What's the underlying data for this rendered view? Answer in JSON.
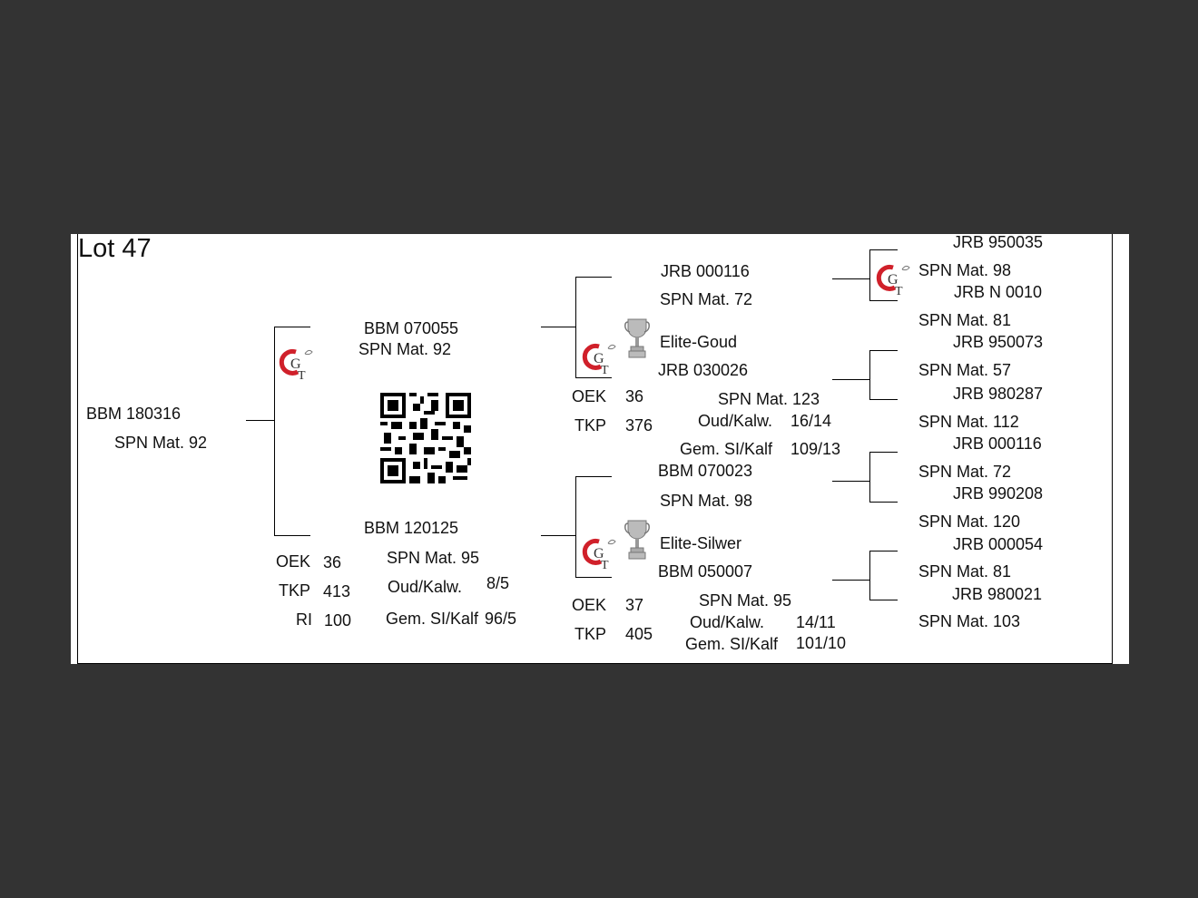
{
  "lot": "Lot 47",
  "animal": {
    "id": "BBM 180316",
    "spn": "SPN Mat. 92"
  },
  "sire": {
    "id": "BBM 070055",
    "spn": "SPN Mat. 92",
    "sire": {
      "id": "JRB 000116",
      "spn": "SPN Mat. 72"
    },
    "dam": {
      "award": "Elite-Goud",
      "id": "JRB 030026",
      "oek_label": "OEK",
      "oek": "36",
      "tkp_label": "TKP",
      "tkp": "376",
      "spn": "SPN Mat. 123",
      "oud_label": "Oud/Kalw.",
      "oud": "16/14",
      "gem_label": "Gem. SI/Kalf",
      "gem": "109/13"
    }
  },
  "dam": {
    "id": "BBM 120125",
    "oek_label": "OEK",
    "oek": "36",
    "tkp_label": "TKP",
    "tkp": "413",
    "ri_label": "RI",
    "ri": "100",
    "spn": "SPN Mat. 95",
    "oud_label": "Oud/Kalw.",
    "oud": "8/5",
    "gem_label": "Gem. SI/Kalf",
    "gem": "96/5",
    "sire": {
      "id": "BBM 070023",
      "spn": "SPN Mat. 98"
    },
    "dam": {
      "award": "Elite-Silwer",
      "id": "BBM 050007",
      "oek_label": "OEK",
      "oek": "37",
      "tkp_label": "TKP",
      "tkp": "405",
      "spn": "SPN Mat. 95",
      "oud_label": "Oud/Kalw.",
      "oud": "14/11",
      "gem_label": "Gem. SI/Kalf",
      "gem": "101/10"
    }
  },
  "ggp": [
    {
      "id": "JRB 950035",
      "spn": "SPN Mat. 98"
    },
    {
      "id": "JRB N 0010",
      "spn": "SPN Mat. 81"
    },
    {
      "id": "JRB 950073",
      "spn": "SPN Mat. 57"
    },
    {
      "id": "JRB 980287",
      "spn": "SPN Mat. 112"
    },
    {
      "id": "JRB 000116",
      "spn": "SPN Mat. 72"
    },
    {
      "id": "JRB 990208",
      "spn": "SPN Mat. 120"
    },
    {
      "id": "JRB 000054",
      "spn": "SPN Mat. 81"
    },
    {
      "id": "JRB 980021",
      "spn": "SPN Mat. 103"
    }
  ],
  "colors": {
    "logo_red": "#d0202a",
    "background": "#333333",
    "sheet": "#ffffff"
  },
  "icons": {
    "logo": "gt-logo-icon",
    "trophy": "trophy-icon",
    "qr": "qr-code-icon"
  }
}
